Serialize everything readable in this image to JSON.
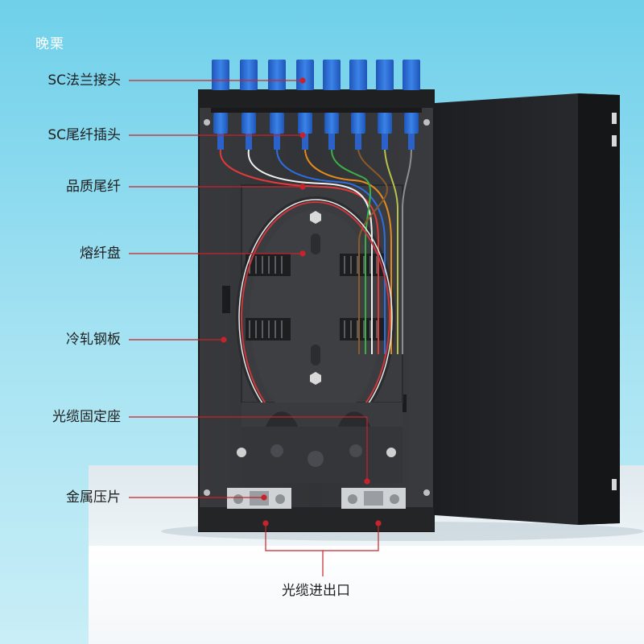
{
  "watermark": "晚栗",
  "labels": {
    "sc_flange": "SC法兰接头",
    "sc_pigtail_plug": "SC尾纤插头",
    "quality_pigtail": "品质尾纤",
    "splice_tray": "熔纤盘",
    "cold_rolled_steel": "冷轧钢板",
    "cable_fixing_seat": "光缆固定座",
    "metal_clamp": "金属压片",
    "cable_entry_exit": "光缆进出口"
  },
  "colors": {
    "leader_line": "#c8232c",
    "connector_blue": "#2f6fd6",
    "enclosure": "#2a2b2e",
    "background": "#8fdcef"
  },
  "connector_count": 8
}
